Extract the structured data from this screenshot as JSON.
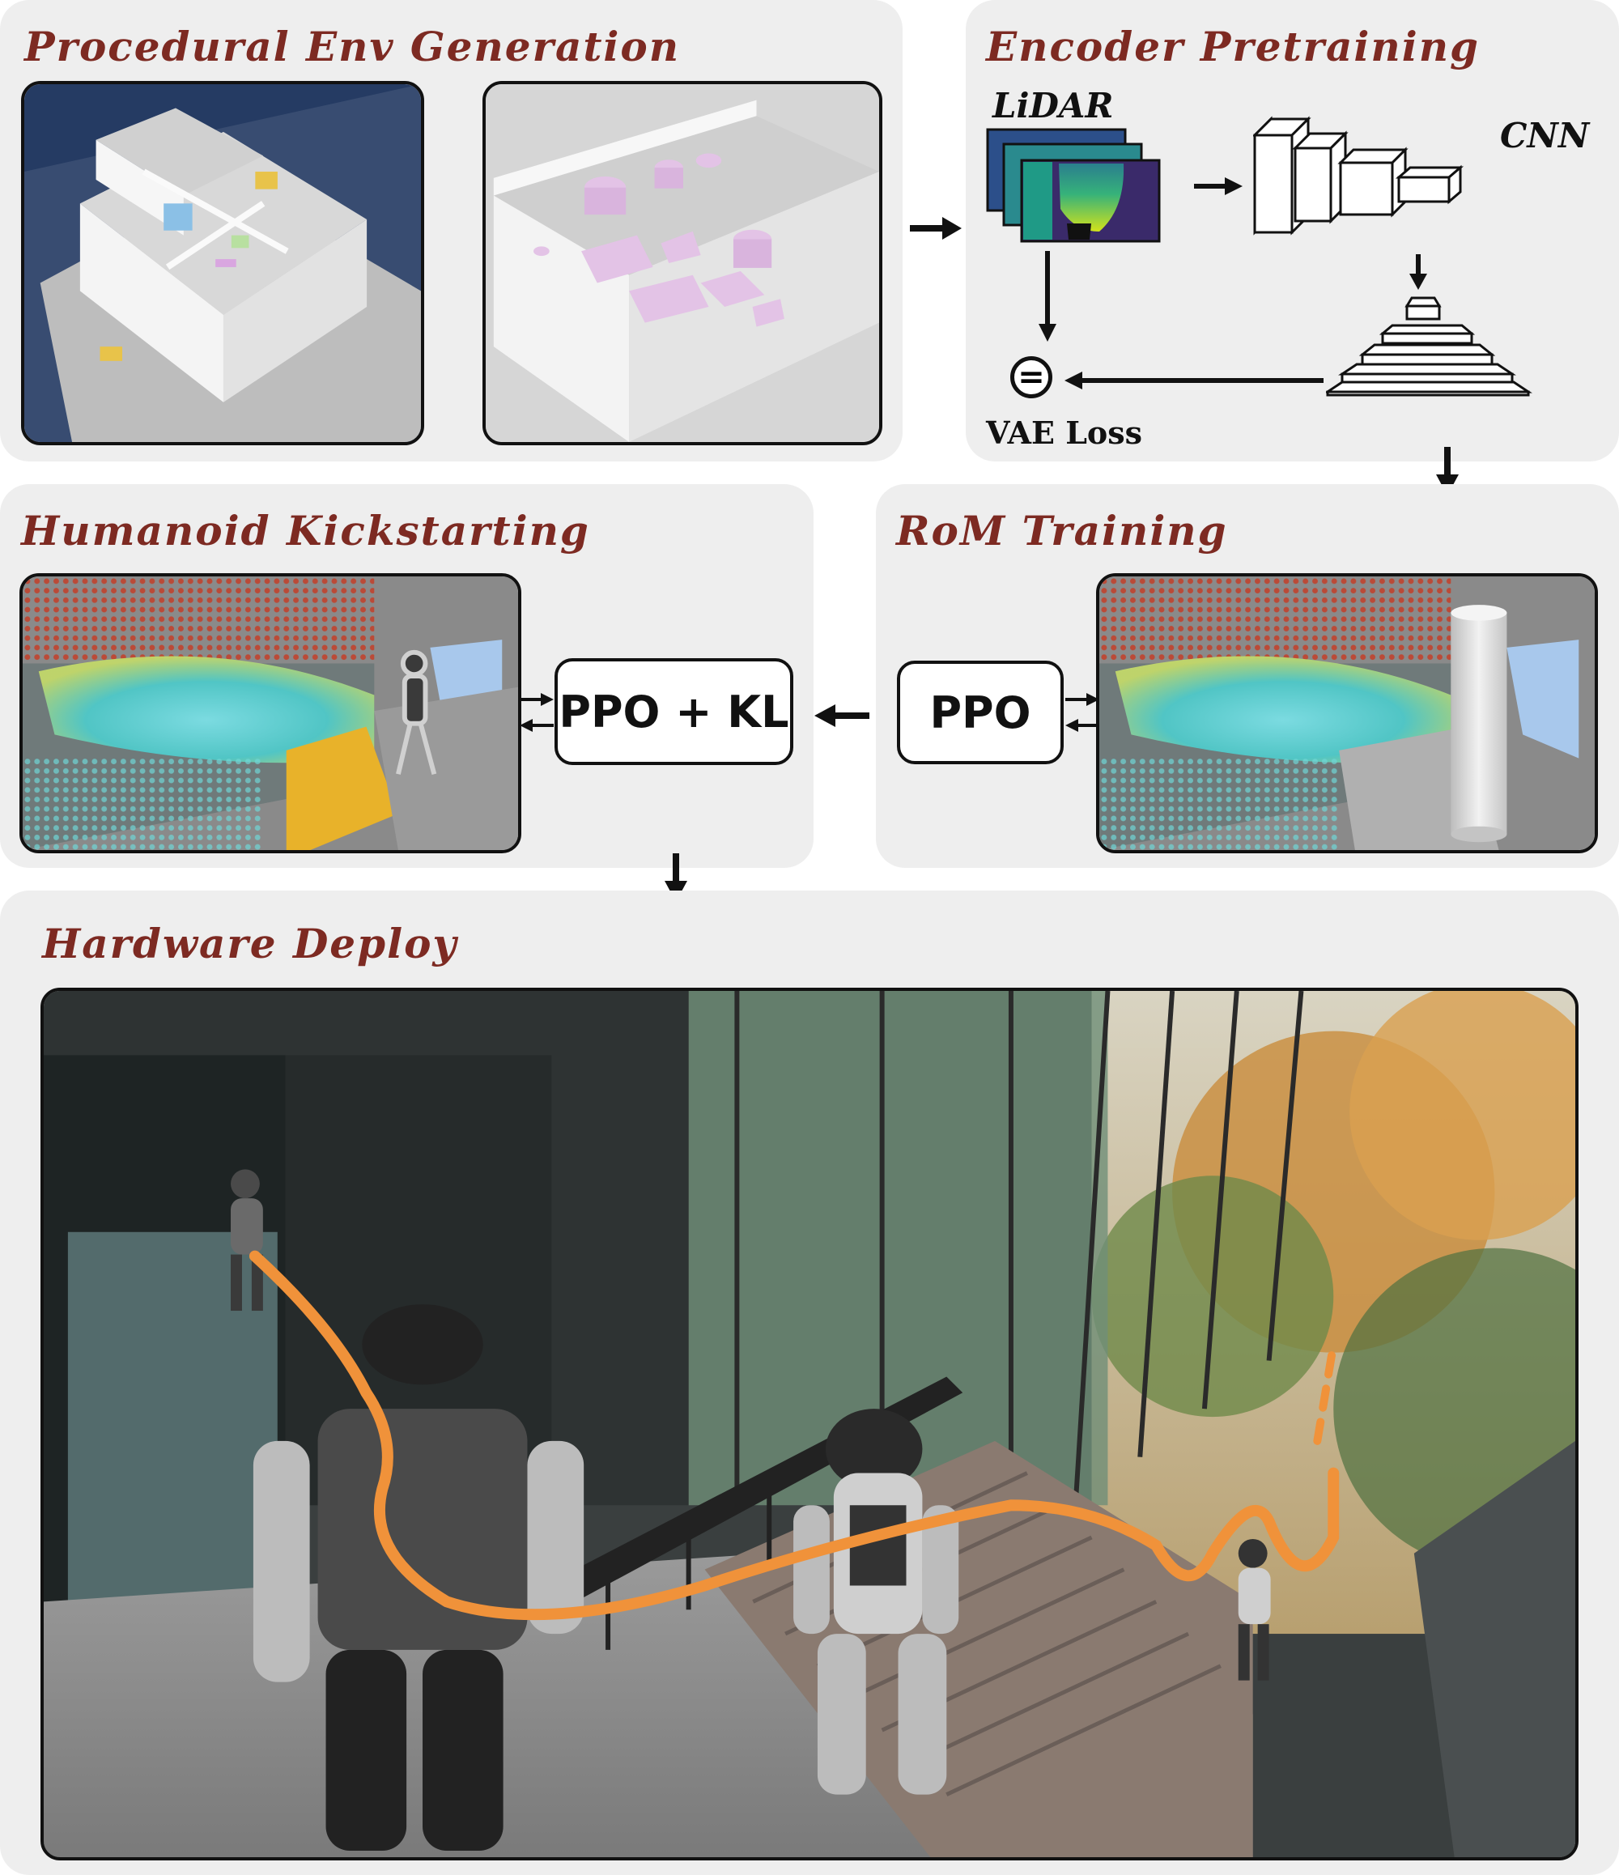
{
  "panels": {
    "procedural": {
      "title": "Procedural Env Generation"
    },
    "encoder": {
      "title": "Encoder Pretraining",
      "lidar_label": "LiDAR",
      "cnn_label": "CNN",
      "loss_label": "VAE Loss",
      "equals_symbol": "="
    },
    "kickstart": {
      "title": "Humanoid Kickstarting",
      "box_label": "PPO + KL"
    },
    "rom": {
      "title": "RoM Training",
      "box_label": "PPO"
    },
    "hardware": {
      "title": "Hardware Deploy"
    }
  },
  "colors": {
    "title": "#7d2a22",
    "panel_bg": "#eeeeee",
    "trajectory": "#f0923a",
    "obstacle": "#e3c3e6"
  }
}
